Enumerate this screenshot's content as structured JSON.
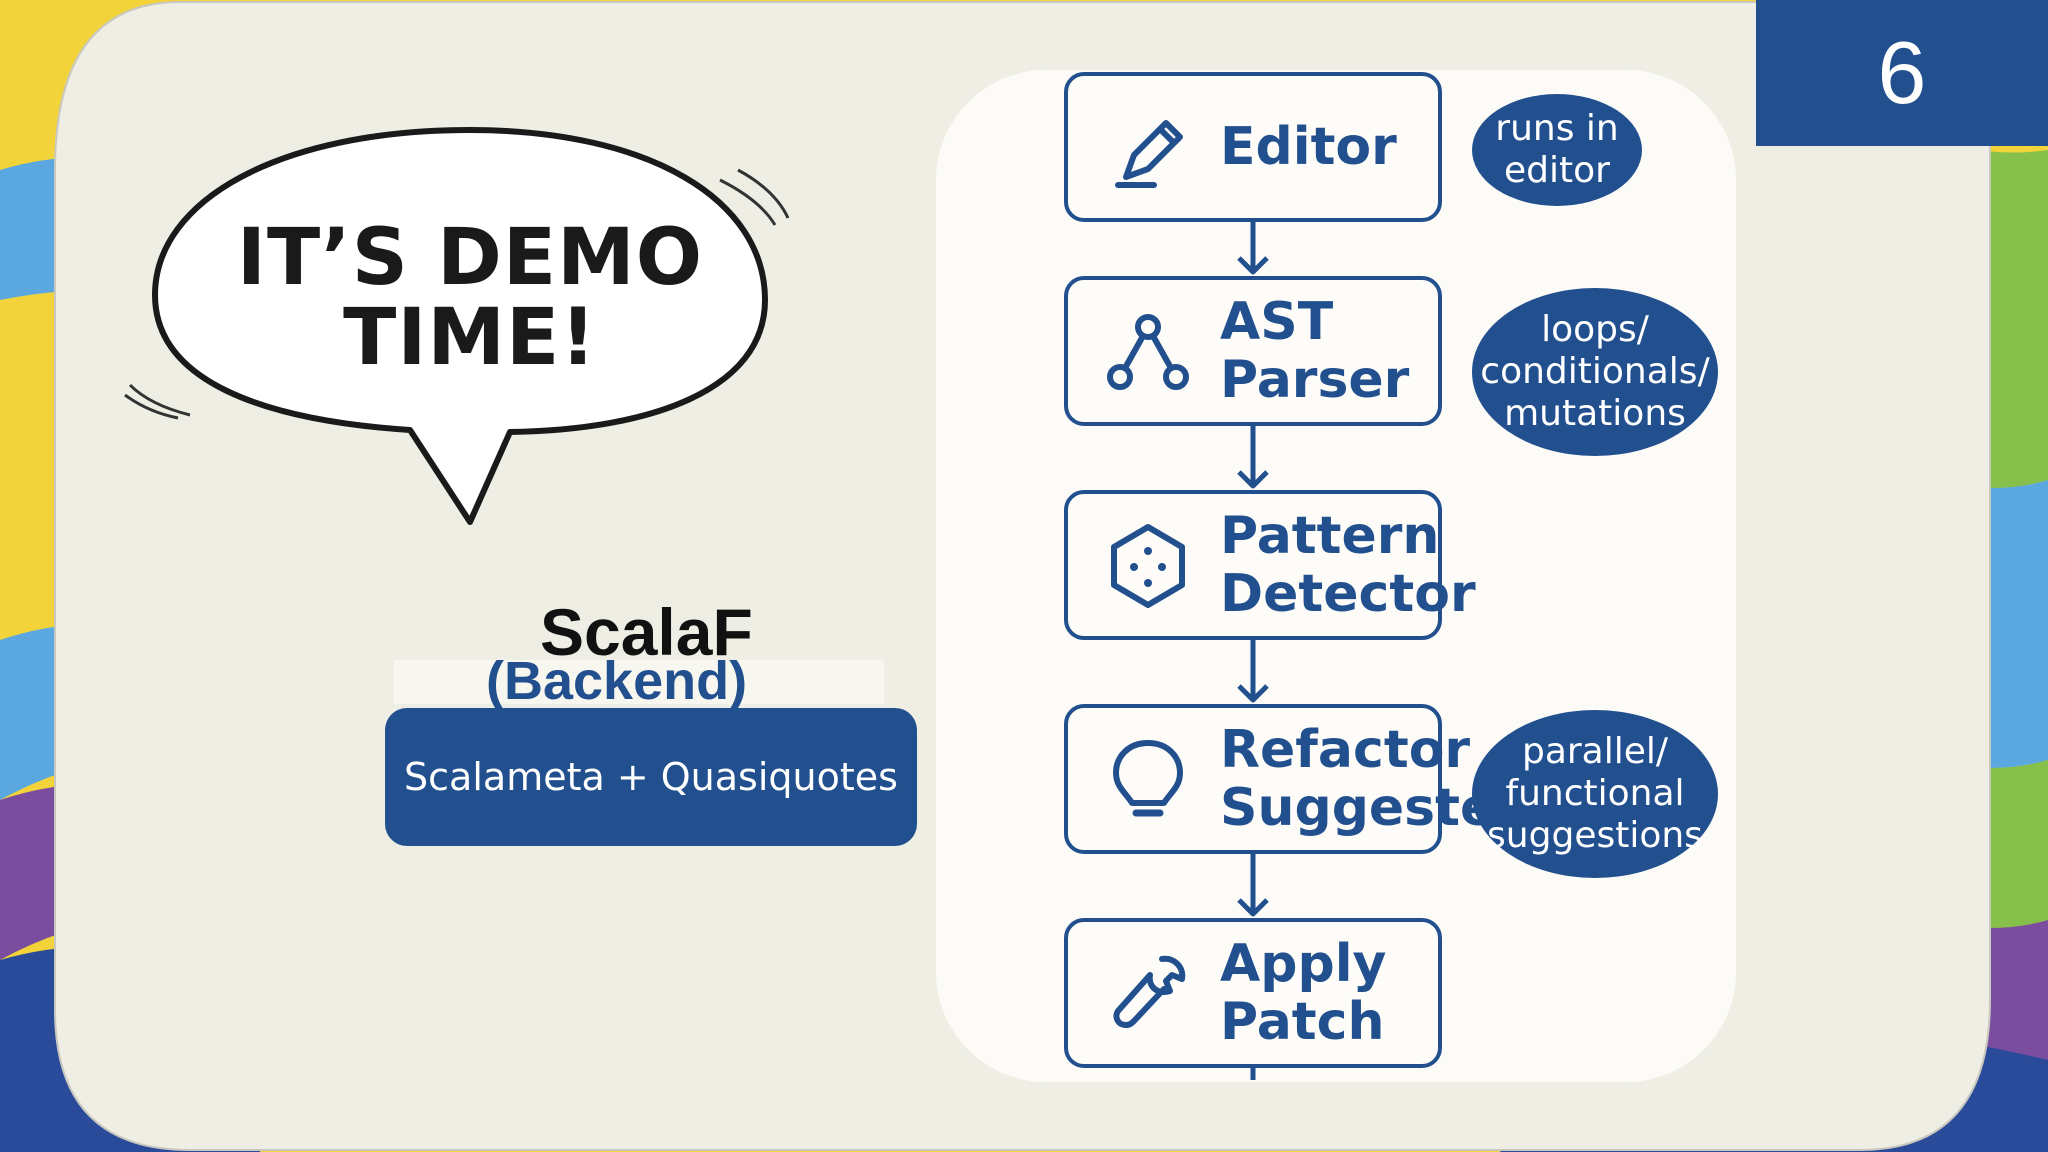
{
  "slide": {
    "number": "6",
    "bubble_text": "IT’S DEMO\nTIME!",
    "title": "ScalaF",
    "subtitle": "(Backend)",
    "tech_pill": "Scalameta + Quasiquotes"
  },
  "flow": {
    "steps": [
      {
        "label": "Editor",
        "icon": "pencil-icon"
      },
      {
        "label": "AST\nParser",
        "icon": "tree-nodes-icon"
      },
      {
        "label": "Pattern\nDetector",
        "icon": "hexagon-dots-icon"
      },
      {
        "label": "Refactor\nSuggester",
        "icon": "lightbulb-icon"
      },
      {
        "label": "Apply\nPatch",
        "icon": "wrench-icon"
      }
    ],
    "notes": [
      {
        "text": "runs in\neditor",
        "step": 0
      },
      {
        "text": "loops/\nconditionals/\nmutations",
        "step": 1
      },
      {
        "text": "parallel/\nfunctional\nsuggestions",
        "step": 3
      }
    ]
  },
  "colors": {
    "accent": "#22508f",
    "slide_background": "#efeee4",
    "panel_background": "#fcfbf7",
    "border_stripes": [
      "#f2d43a",
      "#5aa8df",
      "#3e7fc4",
      "#86c04a",
      "#7a4d9f",
      "#2a4a9a"
    ]
  }
}
